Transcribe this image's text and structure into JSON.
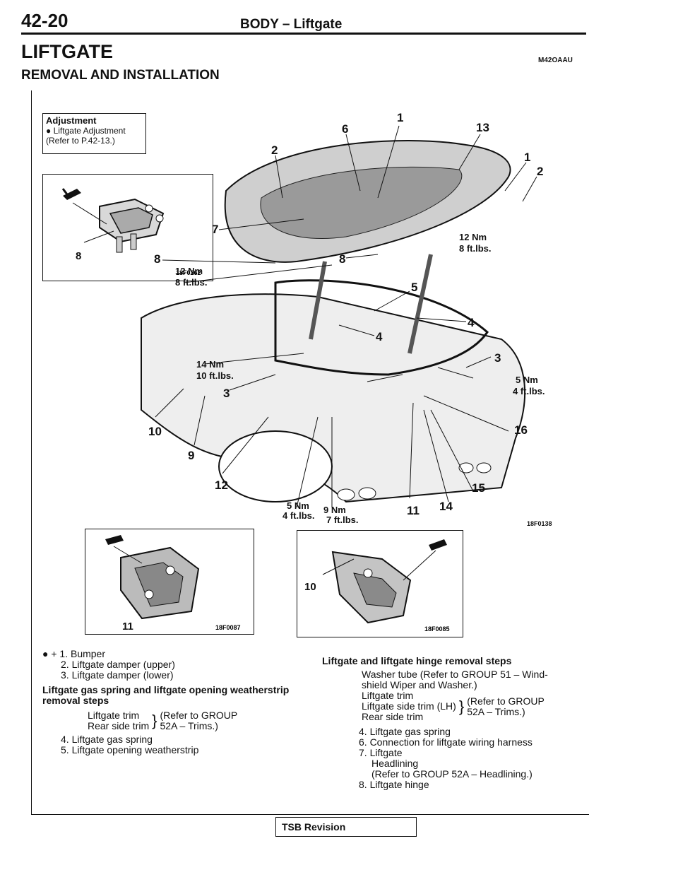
{
  "header": {
    "page_number": "42-20",
    "title": "BODY – Liftgate",
    "section": "LIFTGATE",
    "subsection": "REMOVAL AND INSTALLATION",
    "code": "M42OAAU"
  },
  "adjustment": {
    "title": "Adjustment",
    "line1": "● Liftgate Adjustment",
    "line2": "(Refer to P.42-13.)"
  },
  "figures": {
    "hinge_code": "18F0262",
    "main_code": "18F0138",
    "lock_code": "18F0087",
    "striker_code": "18F0085"
  },
  "callouts": {
    "n1": "1",
    "n2": "2",
    "n3": "3",
    "n4": "4",
    "n5": "5",
    "n6": "6",
    "n7": "7",
    "n8": "8",
    "n9": "9",
    "n10": "10",
    "n11": "11",
    "n12": "12",
    "n13": "13",
    "n14": "14",
    "n15": "15",
    "n16": "16"
  },
  "torques": {
    "t12nm": "12 Nm",
    "t8ftlbs": "8 ft.lbs.",
    "t14nm": "14 Nm",
    "t10ftlbs": "10 ft.lbs.",
    "t5nm": "5 Nm",
    "t4ftlbs": "4 ft.lbs.",
    "t9nm": "9 Nm",
    "t7ftlbs": "7 ft.lbs."
  },
  "left_caption": {
    "item1": "● + 1. Bumper",
    "item2": "2. Liftgate damper (upper)",
    "item3": "3. Liftgate damper (lower)",
    "heading": "Liftgate gas spring and liftgate opening weatherstrip removal steps",
    "trim1": "Liftgate trim",
    "trim2": "Rear side trim",
    "ref1": "(Refer to GROUP",
    "ref2": "52A – Trims.)",
    "step4": "4. Liftgate gas spring",
    "step5": "5. Liftgate opening weatherstrip"
  },
  "right_caption": {
    "heading": "Liftgate and liftgate hinge removal steps",
    "washer1": "Washer tube (Refer to GROUP 51 – Wind-",
    "washer2": "shield Wiper and Washer.)",
    "trim1": "Liftgate trim",
    "trim2": "Liftgate side trim (LH)",
    "trim3": "Rear side trim",
    "ref1": "(Refer to GROUP",
    "ref2": "52A – Trims.)",
    "step4": "4. Liftgate gas spring",
    "step6": "6. Connection for liftgate wiring harness",
    "step7": "7. Liftgate",
    "headlining": "Headlining",
    "headref": "(Refer to GROUP 52A – Headlining.)",
    "step8": "8. Liftgate hinge"
  },
  "footer": {
    "tsb": "TSB Revision"
  }
}
